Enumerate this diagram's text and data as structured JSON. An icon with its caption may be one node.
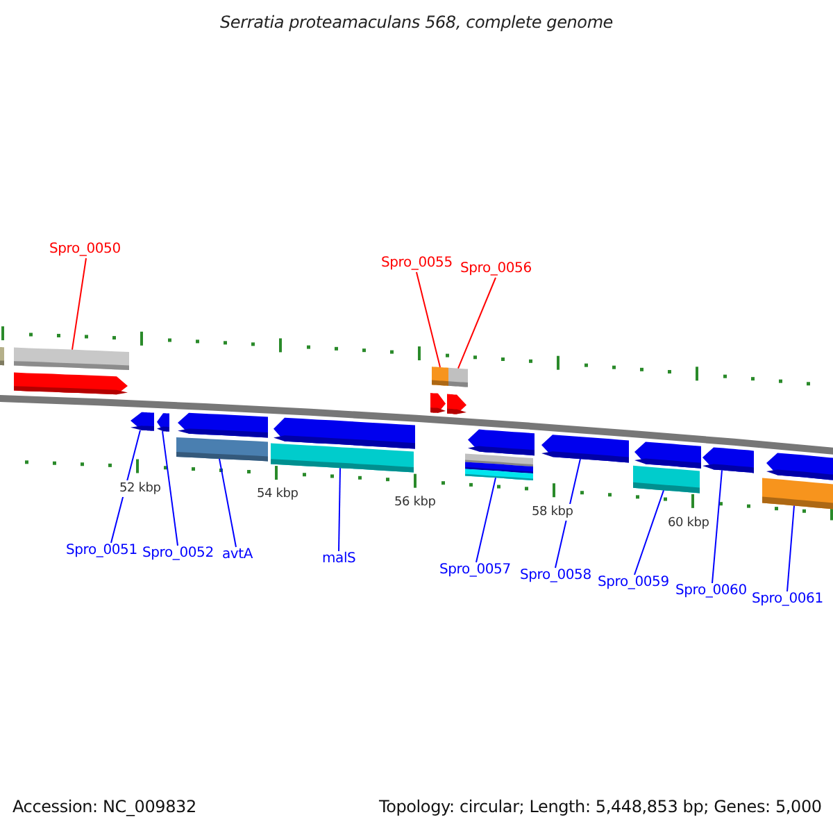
{
  "diagram": {
    "title": "Serratia proteamaculans 568, complete genome",
    "nodes": [
      {
        "text": [
          "Spro_0050"
        ]
      },
      {
        "text": [
          "Spro_0055"
        ]
      },
      {
        "text": [
          "Spro_0056"
        ]
      },
      {
        "text": [
          "Spro_0051"
        ]
      },
      {
        "text": [
          "Spro_0052"
        ]
      },
      {
        "text": [
          "avtA"
        ]
      },
      {
        "text": [
          "malS"
        ]
      },
      {
        "text": [
          "Spro_0057"
        ]
      },
      {
        "text": [
          "Spro_0058"
        ]
      },
      {
        "text": [
          "Spro_0059"
        ]
      },
      {
        "text": [
          "Spro_0060"
        ]
      },
      {
        "text": [
          "Spro_0061"
        ]
      },
      {
        "text": [],
        "shape": "bar"
      },
      {
        "text": [],
        "shape": "bar"
      },
      {
        "text": [],
        "shape": "arrow"
      },
      {
        "text": [],
        "shape": "arrow"
      },
      {
        "text": [],
        "shape": "arrow"
      },
      {
        "text": [],
        "shape": "bar"
      },
      {
        "text": [],
        "shape": "arrow"
      },
      {
        "text": [],
        "shape": "bar"
      },
      {
        "text": [],
        "shape": "arrow"
      },
      {
        "text": [],
        "shape": "arrow"
      },
      {
        "text": [],
        "shape": "bar"
      },
      {
        "text": [],
        "shape": "arrow"
      },
      {
        "text": [],
        "shape": "bar"
      },
      {
        "text": [],
        "shape": "bar"
      },
      {
        "text": [],
        "shape": "arrow"
      },
      {
        "text": [],
        "shape": "arrow"
      },
      {
        "text": [],
        "shape": "bar"
      },
      {
        "text": [],
        "shape": "arrow"
      },
      {
        "text": [],
        "shape": "arrow"
      },
      {
        "text": [],
        "shape": "bar"
      },
      {
        "text": [],
        "shape": "arrow"
      }
    ],
    "edges": [
      {
        "from": 0,
        "to": 13,
        "arrow": "none",
        "color": "#ff0000"
      },
      {
        "from": 1,
        "to": 22,
        "arrow": "none",
        "color": "#ff0000"
      },
      {
        "from": 2,
        "to": 24,
        "arrow": "none",
        "color": "#ff0000"
      },
      {
        "from": 3,
        "to": 15,
        "arrow": "none"
      },
      {
        "from": 4,
        "to": 16,
        "arrow": "none"
      },
      {
        "from": 5,
        "to": 17,
        "arrow": "none"
      },
      {
        "from": 6,
        "to": 19,
        "arrow": "none"
      },
      {
        "from": 7,
        "to": 25,
        "arrow": "none"
      },
      {
        "from": 8,
        "to": 27,
        "arrow": "none"
      },
      {
        "from": 9,
        "to": 28,
        "arrow": "none"
      },
      {
        "from": 10,
        "to": 30,
        "arrow": "none"
      },
      {
        "from": 11,
        "to": 31,
        "arrow": "none"
      }
    ],
    "labels": [
      "52 kbp",
      "54 kbp",
      "56 kbp",
      "58 kbp",
      "60 kbp",
      "Accession: NC_009832",
      "Topology: circular; Length: 5,448,853 bp; Genes: 5,000"
    ]
  }
}
